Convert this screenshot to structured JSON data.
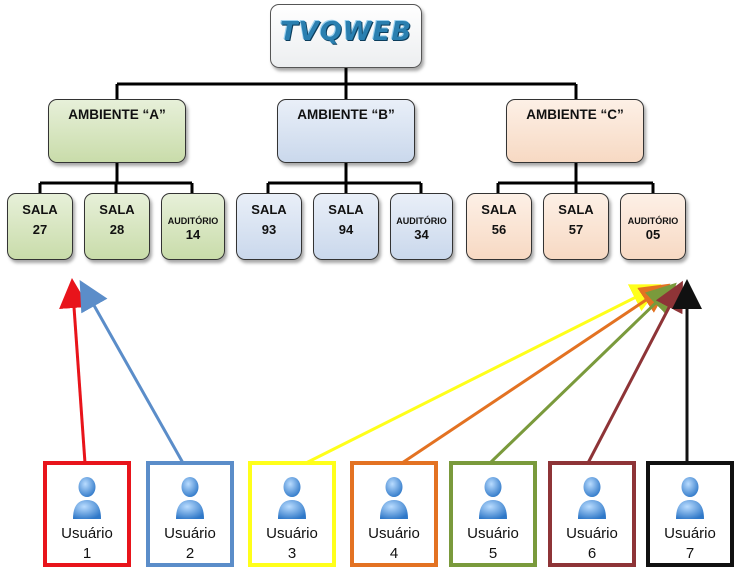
{
  "logo": "TVQWEB",
  "environments": [
    {
      "title": "AMBIENTE “A”",
      "rooms": [
        {
          "line1": "SALA",
          "line2": "27"
        },
        {
          "line1": "SALA",
          "line2": "28"
        },
        {
          "line1": "AUDITÓRIO",
          "line2": "14"
        }
      ]
    },
    {
      "title": "AMBIENTE “B”",
      "rooms": [
        {
          "line1": "SALA",
          "line2": "93"
        },
        {
          "line1": "SALA",
          "line2": "94"
        },
        {
          "line1": "AUDITÓRIO",
          "line2": "34"
        }
      ]
    },
    {
      "title": "AMBIENTE “C”",
      "rooms": [
        {
          "line1": "SALA",
          "line2": "56"
        },
        {
          "line1": "SALA",
          "line2": "57"
        },
        {
          "line1": "AUDITÓRIO",
          "line2": "05"
        }
      ]
    }
  ],
  "users": [
    {
      "label": "Usuário",
      "num": "1",
      "color": "#e8141b"
    },
    {
      "label": "Usuário",
      "num": "2",
      "color": "#5b8dc9"
    },
    {
      "label": "Usuário",
      "num": "3",
      "color": "#ffff1a"
    },
    {
      "label": "Usuário",
      "num": "4",
      "color": "#e37222"
    },
    {
      "label": "Usuário",
      "num": "5",
      "color": "#7a9a3c"
    },
    {
      "label": "Usuário",
      "num": "6",
      "color": "#8e3437"
    },
    {
      "label": "Usuário",
      "num": "7",
      "color": "#111111"
    }
  ],
  "colors": {
    "green": "#c9dcaa",
    "blue": "#cad8ec",
    "peach": "#f7d9c3",
    "avatar": "#4a90d9"
  }
}
